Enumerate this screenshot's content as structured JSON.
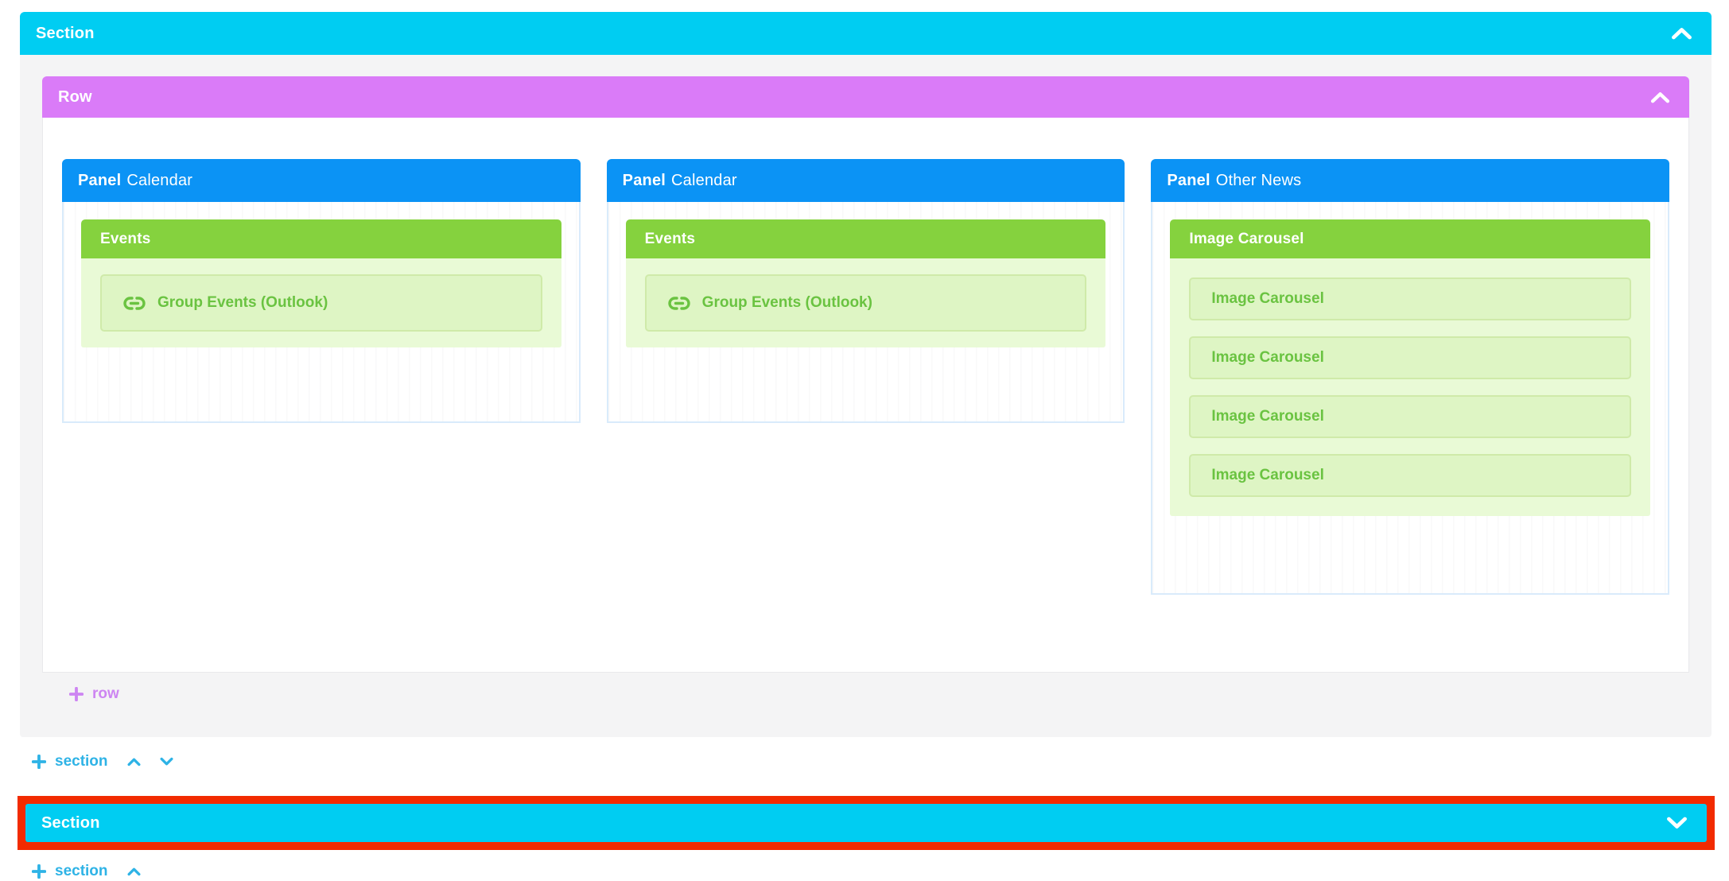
{
  "colors": {
    "section_cyan": "#00cdf2",
    "row_magenta": "#da7bf8",
    "panel_blue": "#0b93f5",
    "zone_green": "#85d23e",
    "zone_body_green": "#e9fad6",
    "item_bg_green": "#def5c4",
    "item_border_green": "#cfeaa9",
    "item_text_green": "#6ac341",
    "section_body_gray": "#f4f4f5",
    "add_section_cyan": "#2eb3e6",
    "add_row_purple": "#cd85f2",
    "highlight_red": "#f22b00"
  },
  "section_top": {
    "label": "Section",
    "collapse_icon": "chevron-up",
    "row": {
      "label": "Row",
      "collapse_icon": "chevron-up",
      "panels": [
        {
          "type_label": "Panel",
          "name": "Calendar",
          "zone": {
            "label": "Events",
            "items": [
              {
                "icon": "link",
                "label": "Group Events (Outlook)"
              }
            ]
          }
        },
        {
          "type_label": "Panel",
          "name": "Calendar",
          "zone": {
            "label": "Events",
            "items": [
              {
                "icon": "link",
                "label": "Group Events (Outlook)"
              }
            ]
          }
        },
        {
          "type_label": "Panel",
          "name": "Other News",
          "zone": {
            "label": "Image Carousel",
            "items": [
              {
                "label": "Image Carousel"
              },
              {
                "label": "Image Carousel"
              },
              {
                "label": "Image Carousel"
              },
              {
                "label": "Image Carousel"
              }
            ]
          }
        }
      ],
      "add_row": {
        "label": "row",
        "icon": "plus"
      }
    },
    "add_section": {
      "label": "section",
      "icons": [
        "plus",
        "chevron-up",
        "chevron-down"
      ]
    }
  },
  "section_bottom": {
    "label": "Section",
    "collapse_icon": "chevron-down",
    "highlighted": true,
    "highlight_color": "#f22b00"
  },
  "add_section_bottom": {
    "label": "section",
    "icons": [
      "plus",
      "chevron-up"
    ]
  }
}
